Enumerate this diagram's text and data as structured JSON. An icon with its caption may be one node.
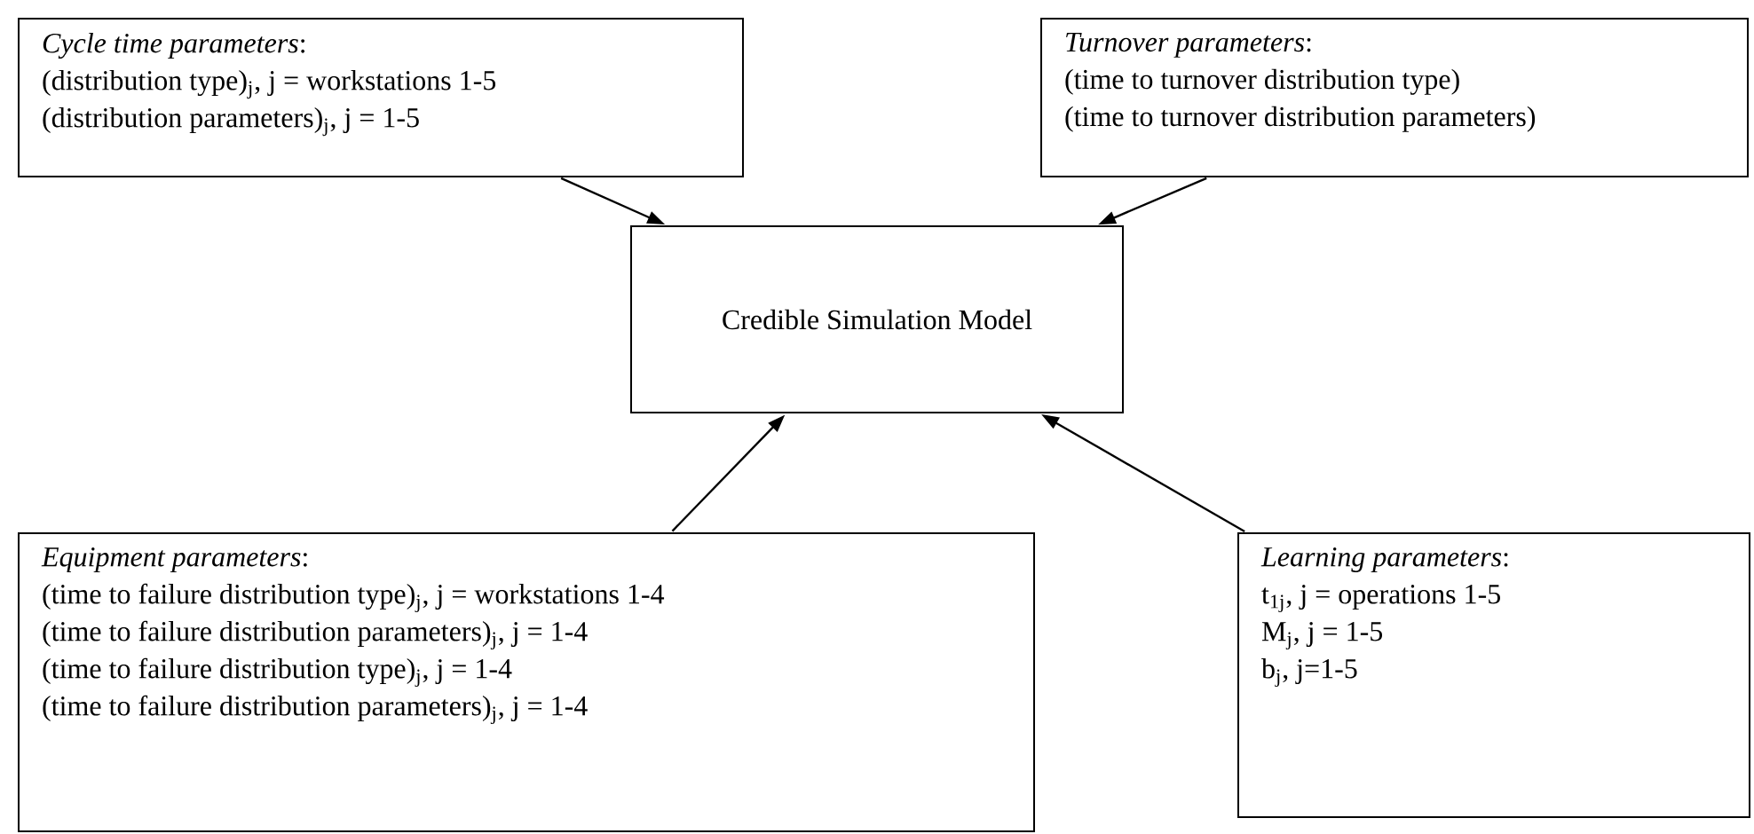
{
  "diagram": {
    "nodes": [
      {
        "text": [
          "*Cycle time parameters*:",
          "(distribution type)$_{j}$, j = workstations 1-5",
          "(distribution parameters)$_{j}$, j = 1-5"
        ]
      },
      {
        "text": [
          "*Turnover parameters*:",
          "(time to turnover distribution type)",
          "(time to turnover distribution parameters)"
        ]
      },
      {
        "text": [
          "Credible Simulation Model"
        ]
      },
      {
        "text": [
          "*Equipment parameters*:",
          "(time to failure distribution type)$_{j}$, j = workstations 1-4",
          "(time to failure distribution parameters)$_{j}$, j = 1-4",
          "(time to failure distribution type)$_{j}$, j = 1-4",
          "(time to failure distribution parameters)$_{j}$, j = 1-4"
        ]
      },
      {
        "text": [
          "*Learning parameters*:",
          "t$_{1j}$, j = operations 1-5",
          "M$_{j}$, j = 1-5",
          "b$_{j}$, j=1-5"
        ]
      }
    ],
    "edges": [
      {
        "from": 0,
        "to": 2,
        "arrow": "to"
      },
      {
        "from": 1,
        "to": 2,
        "arrow": "to"
      },
      {
        "from": 3,
        "to": 2,
        "arrow": "to"
      },
      {
        "from": 4,
        "to": 2,
        "arrow": "to"
      }
    ]
  }
}
